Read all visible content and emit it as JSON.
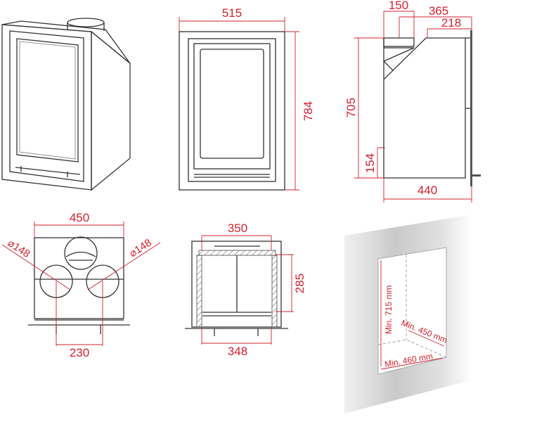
{
  "colors": {
    "dimension": "#d3202f",
    "line": "#333333"
  },
  "front_view": {
    "width": "515",
    "height": "784"
  },
  "side_view": {
    "flue_width": "150",
    "flue_offset": "365",
    "top_depth": "218",
    "height": "705",
    "bottom_height": "154",
    "depth": "440"
  },
  "top_view": {
    "width": "450",
    "flue_left": "⌀148",
    "flue_right": "⌀148",
    "leg_spacing": "230"
  },
  "section_view": {
    "top_width": "350",
    "opening_height": "285",
    "bottom_width": "348"
  },
  "niche": {
    "min_height": "Min. 715 mm",
    "min_depth": "Min. 450 mm",
    "min_width": "Min. 460 mm"
  }
}
